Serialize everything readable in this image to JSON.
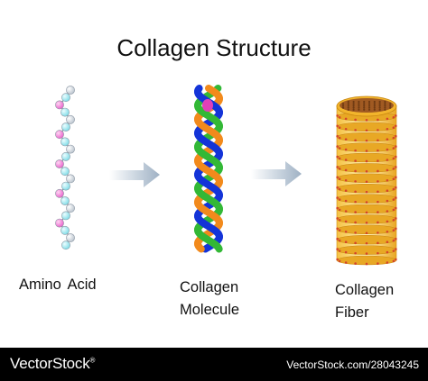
{
  "title": "Collagen Structure",
  "labels": {
    "amino_acid": "Amino  Acid",
    "molecule_line1": "Collagen",
    "molecule_line2": "Molecule",
    "fiber_line1": "Collagen",
    "fiber_line2": "Fiber"
  },
  "footer": {
    "brand": "VectorStock",
    "registered_mark": "®",
    "url": "VectorStock.com/28043245"
  },
  "colors": {
    "amino_pink": "#e85fc9",
    "amino_cyan": "#8fe4ec",
    "amino_gray": "#c5cdd6",
    "strand_blue": "#1434d8",
    "strand_green": "#33b836",
    "strand_orange": "#f28a1c",
    "strand_magenta": "#e040b8",
    "arrow": "#a5b6c8",
    "fiber_cap": "#a05a22",
    "fiber_gold": "#f2b52c",
    "fiber_dot": "#d4452a"
  }
}
